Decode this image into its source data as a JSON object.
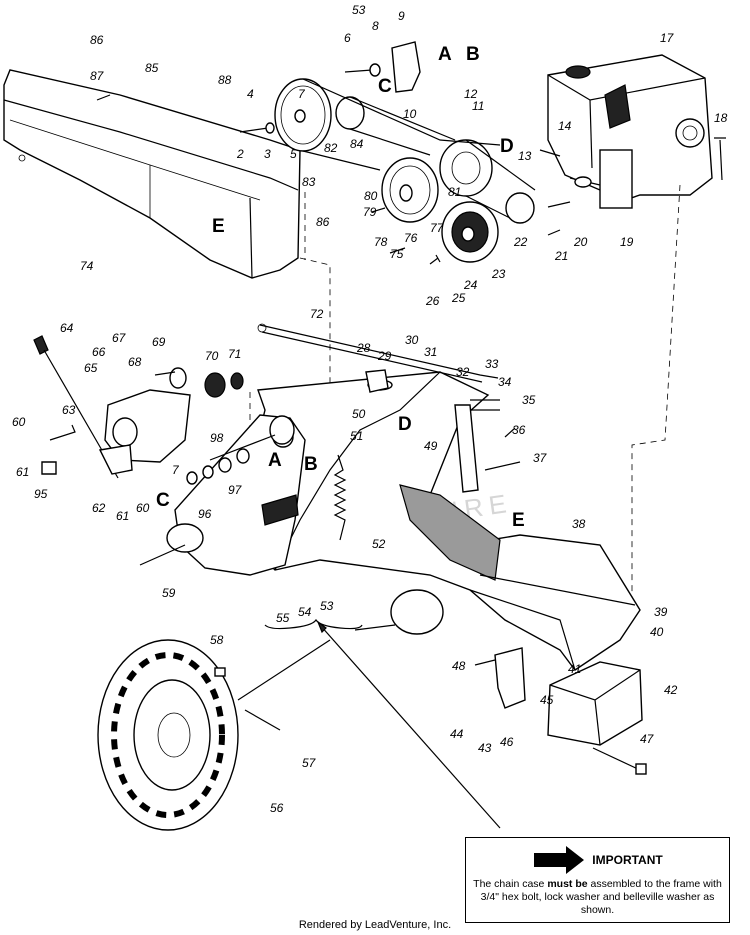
{
  "diagram": {
    "labels": [
      "86",
      "87",
      "85",
      "88",
      "4",
      "2",
      "3",
      "5",
      "7",
      "82",
      "83",
      "84",
      "6",
      "53",
      "8",
      "9",
      "A",
      "B",
      "C",
      "12",
      "10",
      "11",
      "D",
      "81",
      "80",
      "79",
      "78",
      "77",
      "76",
      "75",
      "13",
      "14",
      "17",
      "18",
      "20",
      "21",
      "19",
      "22",
      "23",
      "24",
      "25",
      "26",
      "E",
      "86",
      "74",
      "72",
      "64",
      "66",
      "67",
      "69",
      "68",
      "70",
      "71",
      "65",
      "28",
      "29",
      "30",
      "31",
      "32",
      "33",
      "34",
      "35",
      "36",
      "37",
      "49",
      "50",
      "51",
      "D",
      "63",
      "60",
      "61",
      "95",
      "62",
      "61",
      "60",
      "7",
      "C",
      "98",
      "96",
      "97",
      "A",
      "B",
      "E",
      "38",
      "52",
      "59",
      "55",
      "54",
      "53",
      "39",
      "40",
      "58",
      "48",
      "41",
      "42",
      "45",
      "44",
      "43",
      "46",
      "47",
      "57",
      "56"
    ],
    "letter_ids": [
      16,
      17,
      18,
      22,
      42,
      67,
      76,
      80,
      81,
      82
    ]
  },
  "important": {
    "title": "IMPORTANT",
    "body_pre": "The chain case ",
    "body_bold": "must be",
    "body_post": " assembled to the frame with 3/4\" hex bolt, lock washer and belleville washer as shown."
  },
  "footer": {
    "text": "Rendered by LeadVenture, Inc."
  },
  "watermark": {
    "text": "LEADVENTURE"
  }
}
